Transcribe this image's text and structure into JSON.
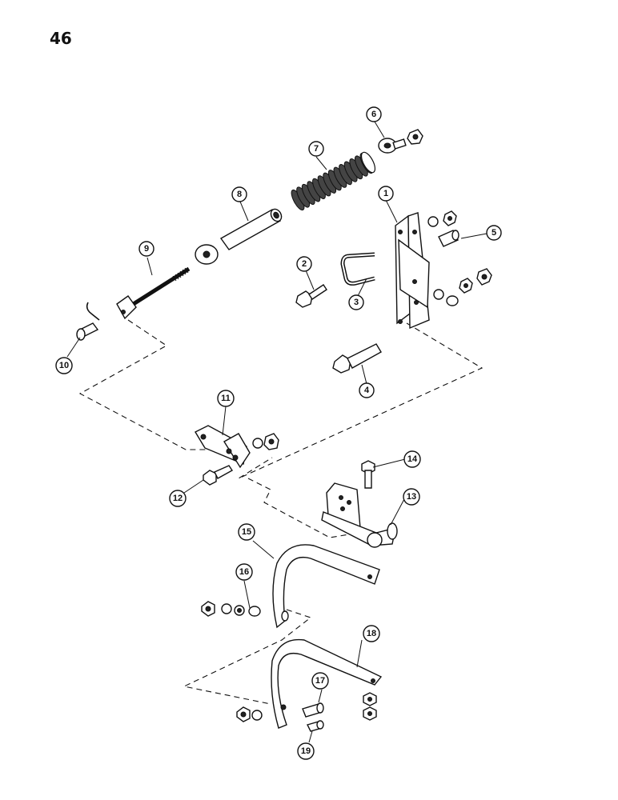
{
  "page": {
    "number": "46"
  },
  "callouts": [
    {
      "id": "1",
      "label": "1"
    },
    {
      "id": "2",
      "label": "2"
    },
    {
      "id": "3",
      "label": "3"
    },
    {
      "id": "4",
      "label": "4"
    },
    {
      "id": "5",
      "label": "5"
    },
    {
      "id": "6",
      "label": "6"
    },
    {
      "id": "7",
      "label": "7"
    },
    {
      "id": "8",
      "label": "8"
    },
    {
      "id": "9",
      "label": "9"
    },
    {
      "id": "10",
      "label": "10"
    },
    {
      "id": "11",
      "label": "11"
    },
    {
      "id": "12",
      "label": "12"
    },
    {
      "id": "13",
      "label": "13"
    },
    {
      "id": "14",
      "label": "14"
    },
    {
      "id": "15",
      "label": "15"
    },
    {
      "id": "16",
      "label": "16"
    },
    {
      "id": "17",
      "label": "17"
    },
    {
      "id": "18",
      "label": "18"
    },
    {
      "id": "19",
      "label": "19"
    }
  ]
}
